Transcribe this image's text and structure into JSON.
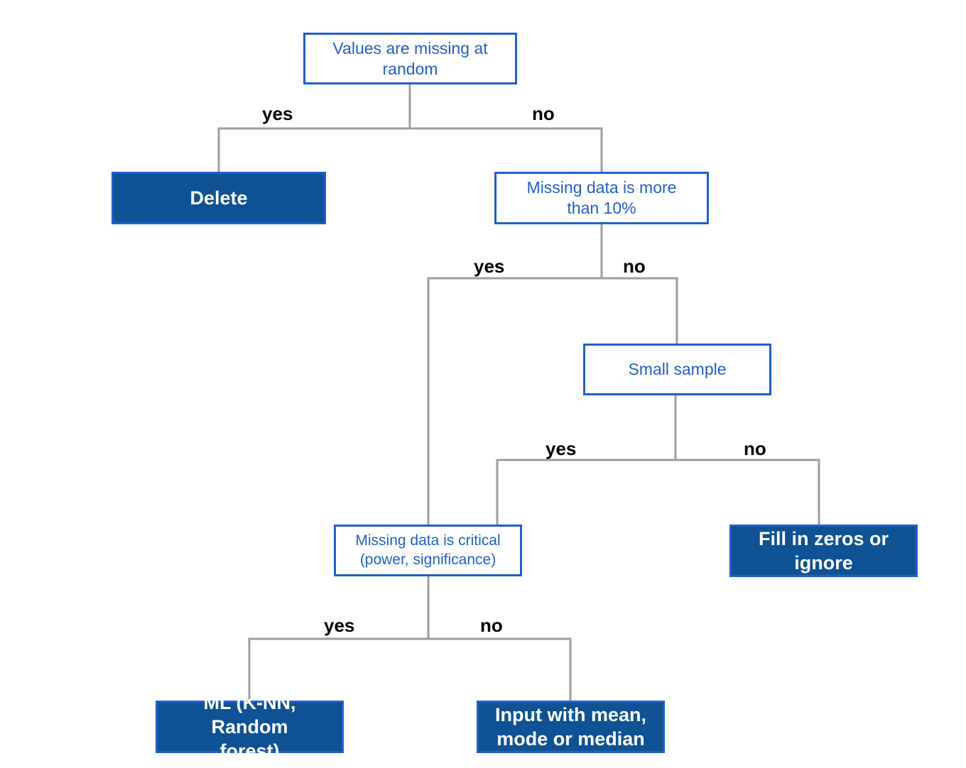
{
  "nodes": {
    "missing_at_random": "Values are missing at random",
    "delete": "Delete",
    "more_than_10": "Missing data is more than 10%",
    "small_sample": "Small sample",
    "critical": "Missing data is critical (power,  significance)",
    "fill_zeros": "Fill in zeros or ignore",
    "ml": "ML (K-NN, Random forest)",
    "impute": "Input with mean, mode or  median"
  },
  "labels": {
    "yes": "yes",
    "no": "no"
  },
  "colors": {
    "decision_border": "#1f5fd0",
    "decision_text": "#1f5fd0",
    "outcome_fill": "#0e5294",
    "outcome_text": "#ffffff",
    "connector": "#9e9e9e",
    "label_text": "#000000"
  }
}
